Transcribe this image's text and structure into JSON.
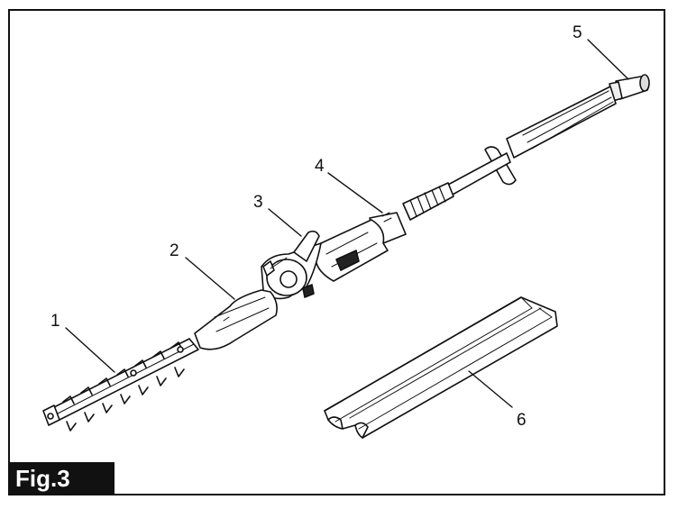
{
  "figure": {
    "tag": "Fig.3",
    "callouts": [
      "1",
      "2",
      "3",
      "4",
      "5",
      "6"
    ]
  },
  "colors": {
    "ink": "#111111",
    "paper": "#ffffff",
    "shade": "#9a9a9a"
  }
}
